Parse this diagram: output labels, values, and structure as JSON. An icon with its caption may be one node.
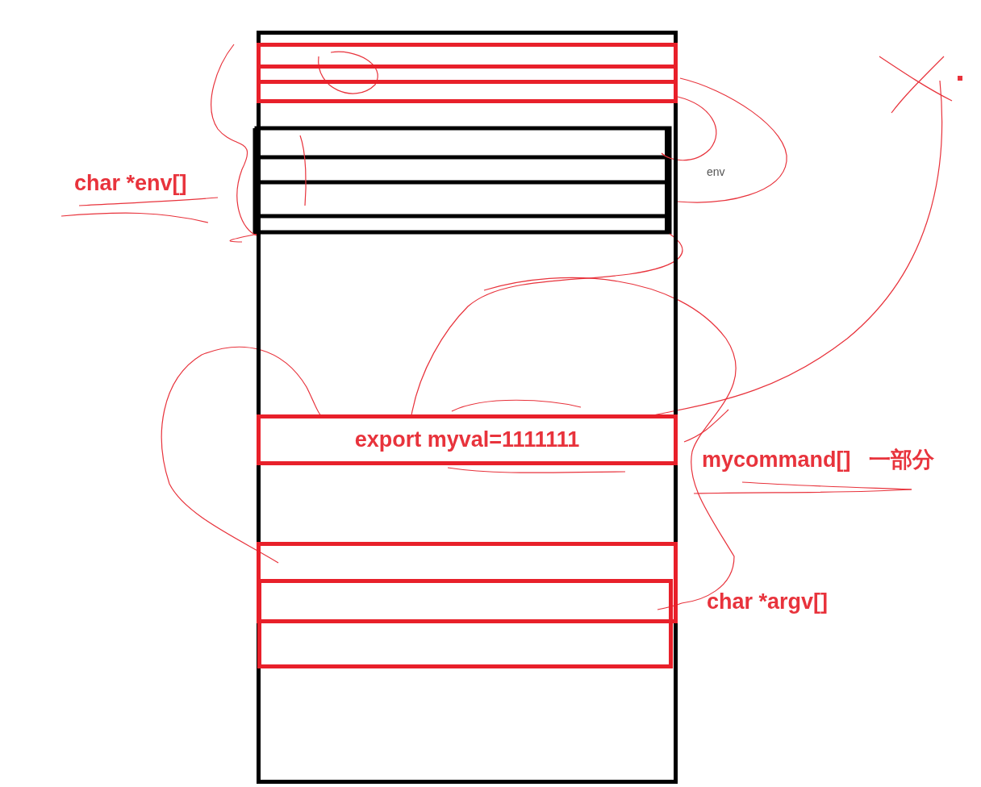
{
  "diagram": {
    "nodes": [
      {
        "text": [],
        "shape": "box"
      },
      {
        "text": [],
        "shape": "box",
        "in": 0
      },
      {
        "text": [],
        "shape": "box",
        "in": 0
      },
      {
        "text": [
          "export myval=1111111"
        ],
        "in": 0
      },
      {
        "text": [],
        "shape": "box",
        "in": 0
      },
      {
        "text": [],
        "shape": "box",
        "in": 0
      }
    ],
    "labels": [
      "char *env[]",
      "env",
      "mycommand[]   一部分",
      "char *argv[]"
    ]
  }
}
